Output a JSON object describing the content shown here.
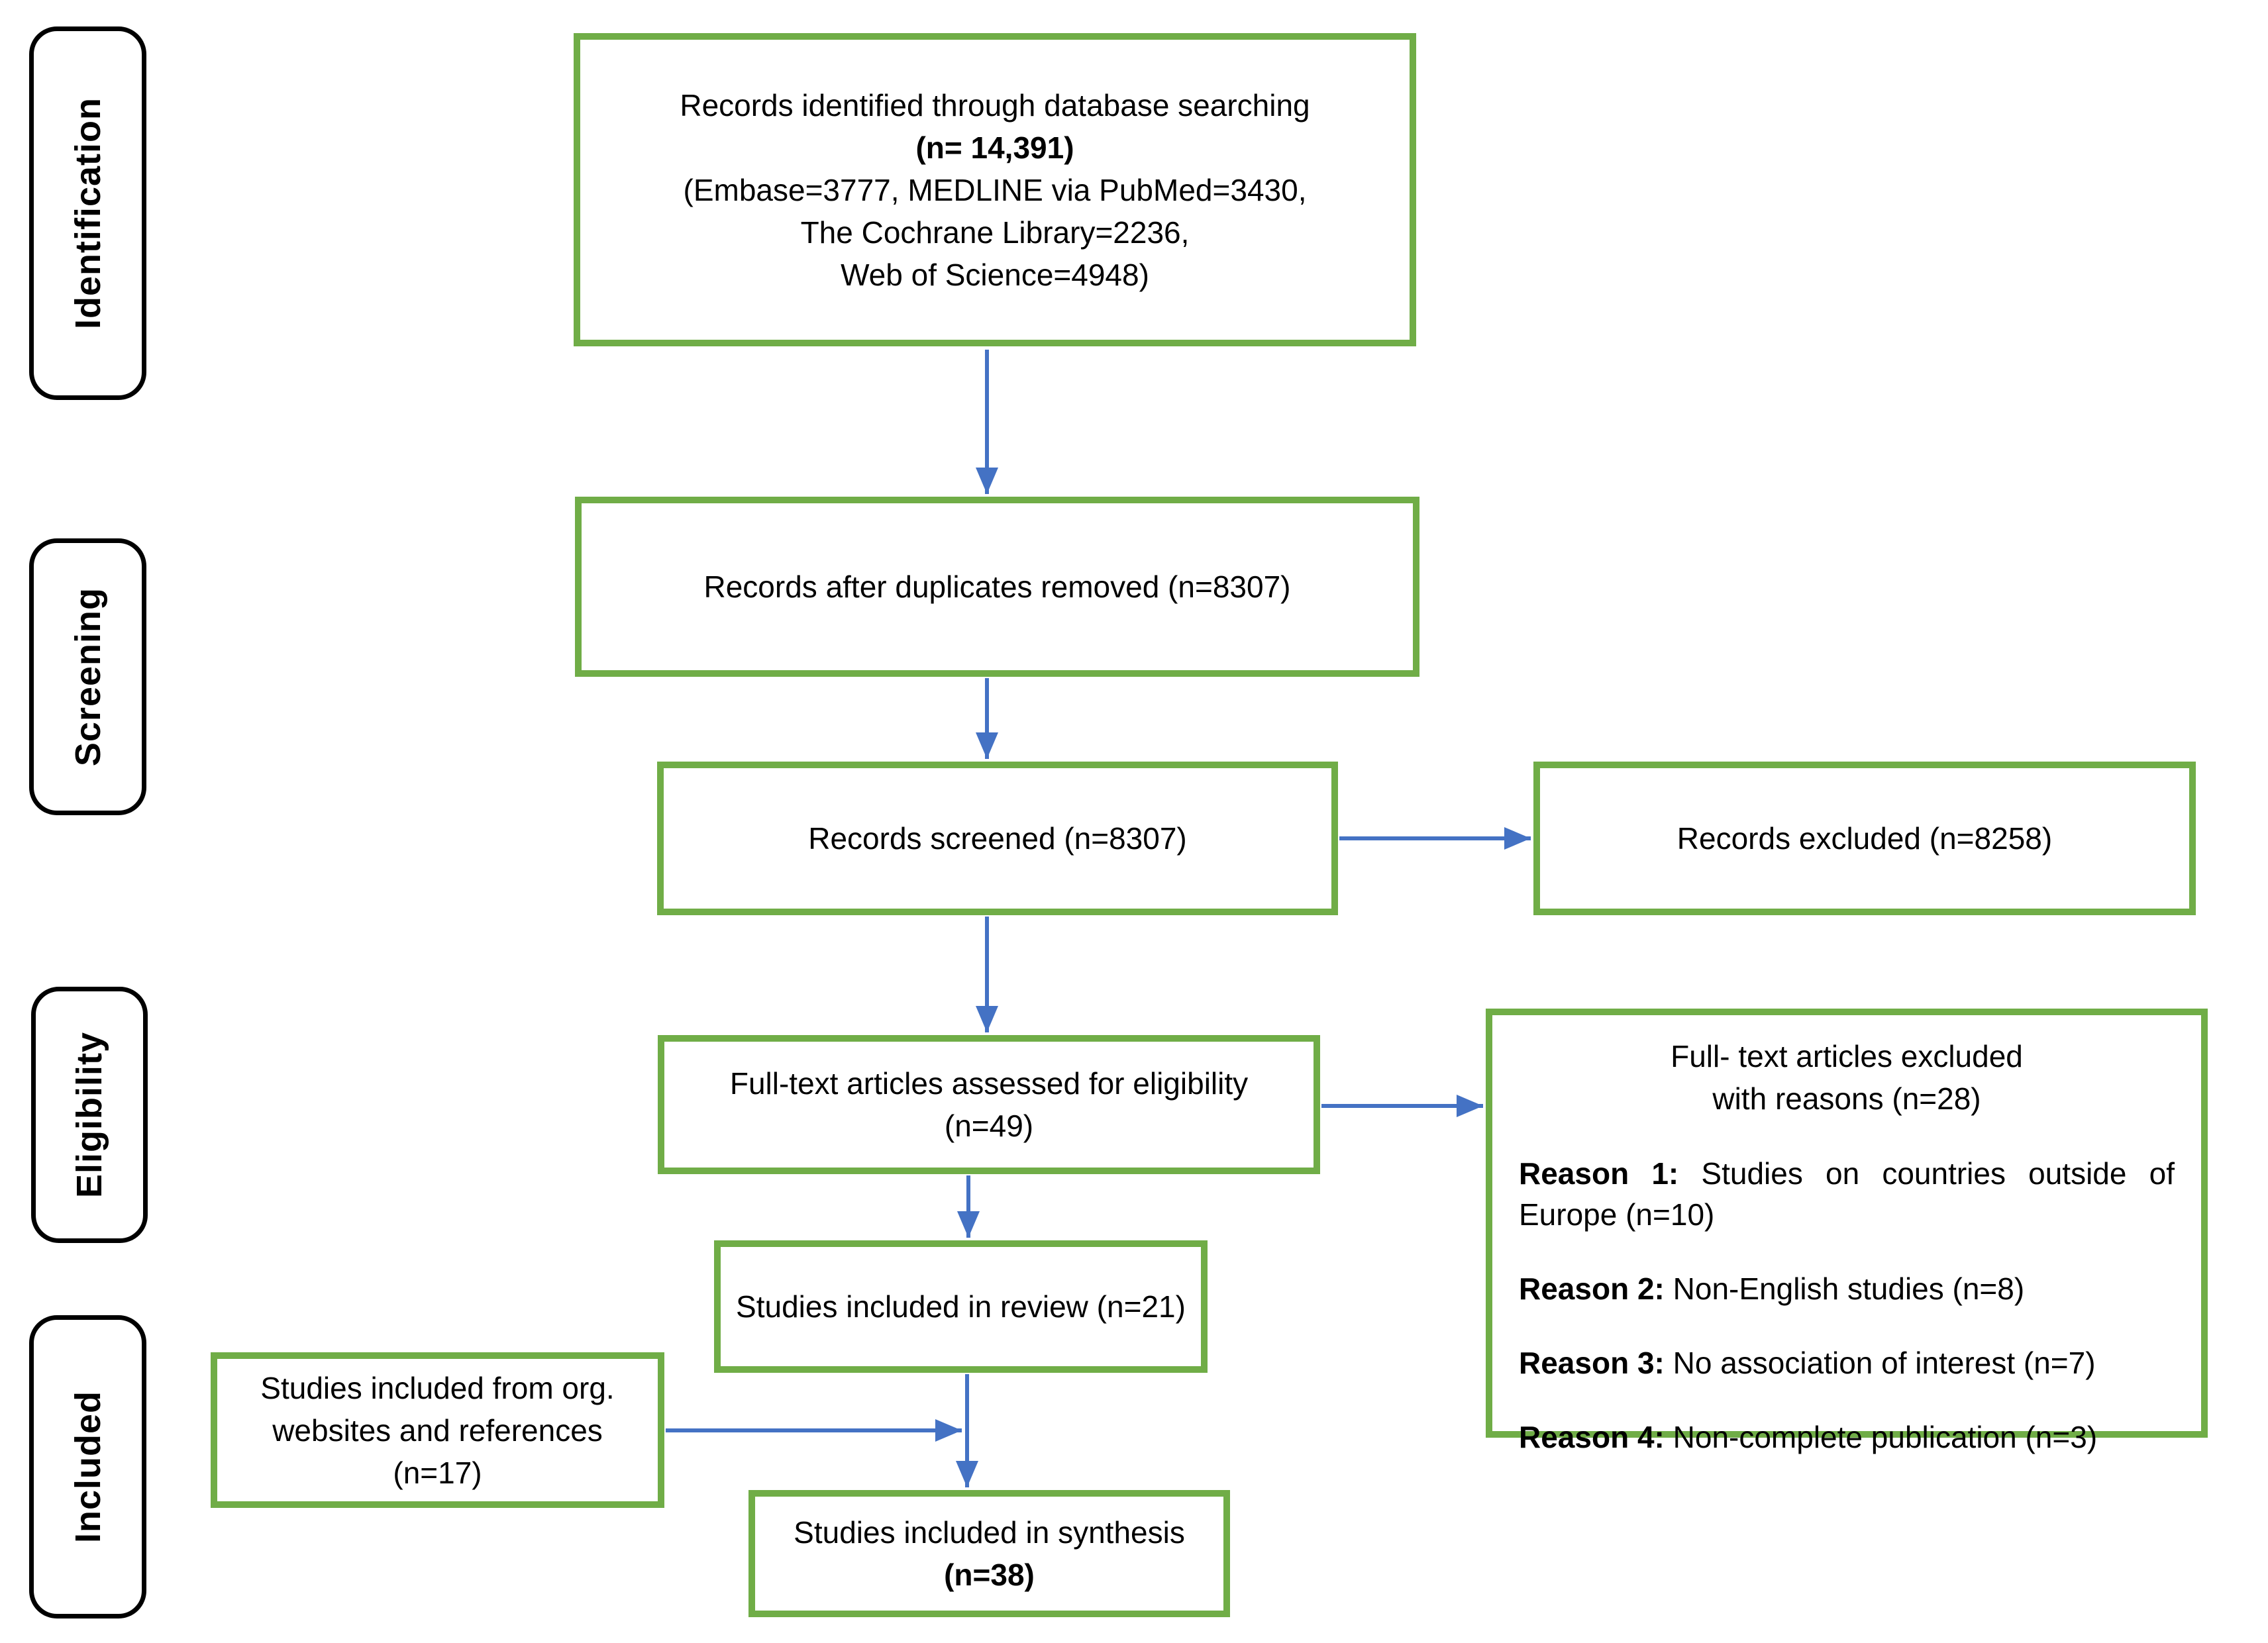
{
  "colors": {
    "green": "#70AD47",
    "blue": "#4472C4",
    "black": "#000000",
    "bg": "#FFFFFF"
  },
  "stage_labels": [
    {
      "text": "Identification"
    },
    {
      "text": "Screening"
    },
    {
      "text": "Eligibility"
    },
    {
      "text": "Included"
    }
  ],
  "boxes": {
    "identified": {
      "line1": "Records identified through database searching",
      "line2": "(n= 14,391)",
      "line3": "(Embase=3777, MEDLINE via PubMed=3430,",
      "line4": "The Cochrane Library=2236,",
      "line5": "Web of Science=4948)"
    },
    "duplicates_removed": {
      "text": "Records after duplicates removed (n=8307)"
    },
    "screened": {
      "text": "Records screened (n=8307)"
    },
    "excluded": {
      "text": "Records excluded (n=8258)"
    },
    "full_text": {
      "line1": "Full-text articles assessed for eligibility",
      "line2": "(n=49)"
    },
    "reasons": {
      "title_line1": "Full- text articles excluded",
      "title_line2": "with reasons (n=28)",
      "items": [
        {
          "label": "Reason 1:",
          "text": " Studies on countries outside of Europe (n=10)"
        },
        {
          "label": "Reason 2:",
          "text": " Non-English studies (n=8)"
        },
        {
          "label": "Reason 3:",
          "text": " No association of interest (n=7)"
        },
        {
          "label": "Reason 4:",
          "text": " Non-complete publication (n=3)"
        }
      ]
    },
    "review": {
      "text": "Studies included in review (n=21)"
    },
    "org_websites": {
      "line1": "Studies included from org.",
      "line2": "websites and references",
      "line3": "(n=17)"
    },
    "synthesis": {
      "line1": "Studies included in synthesis",
      "line2": "(n=38)"
    }
  }
}
